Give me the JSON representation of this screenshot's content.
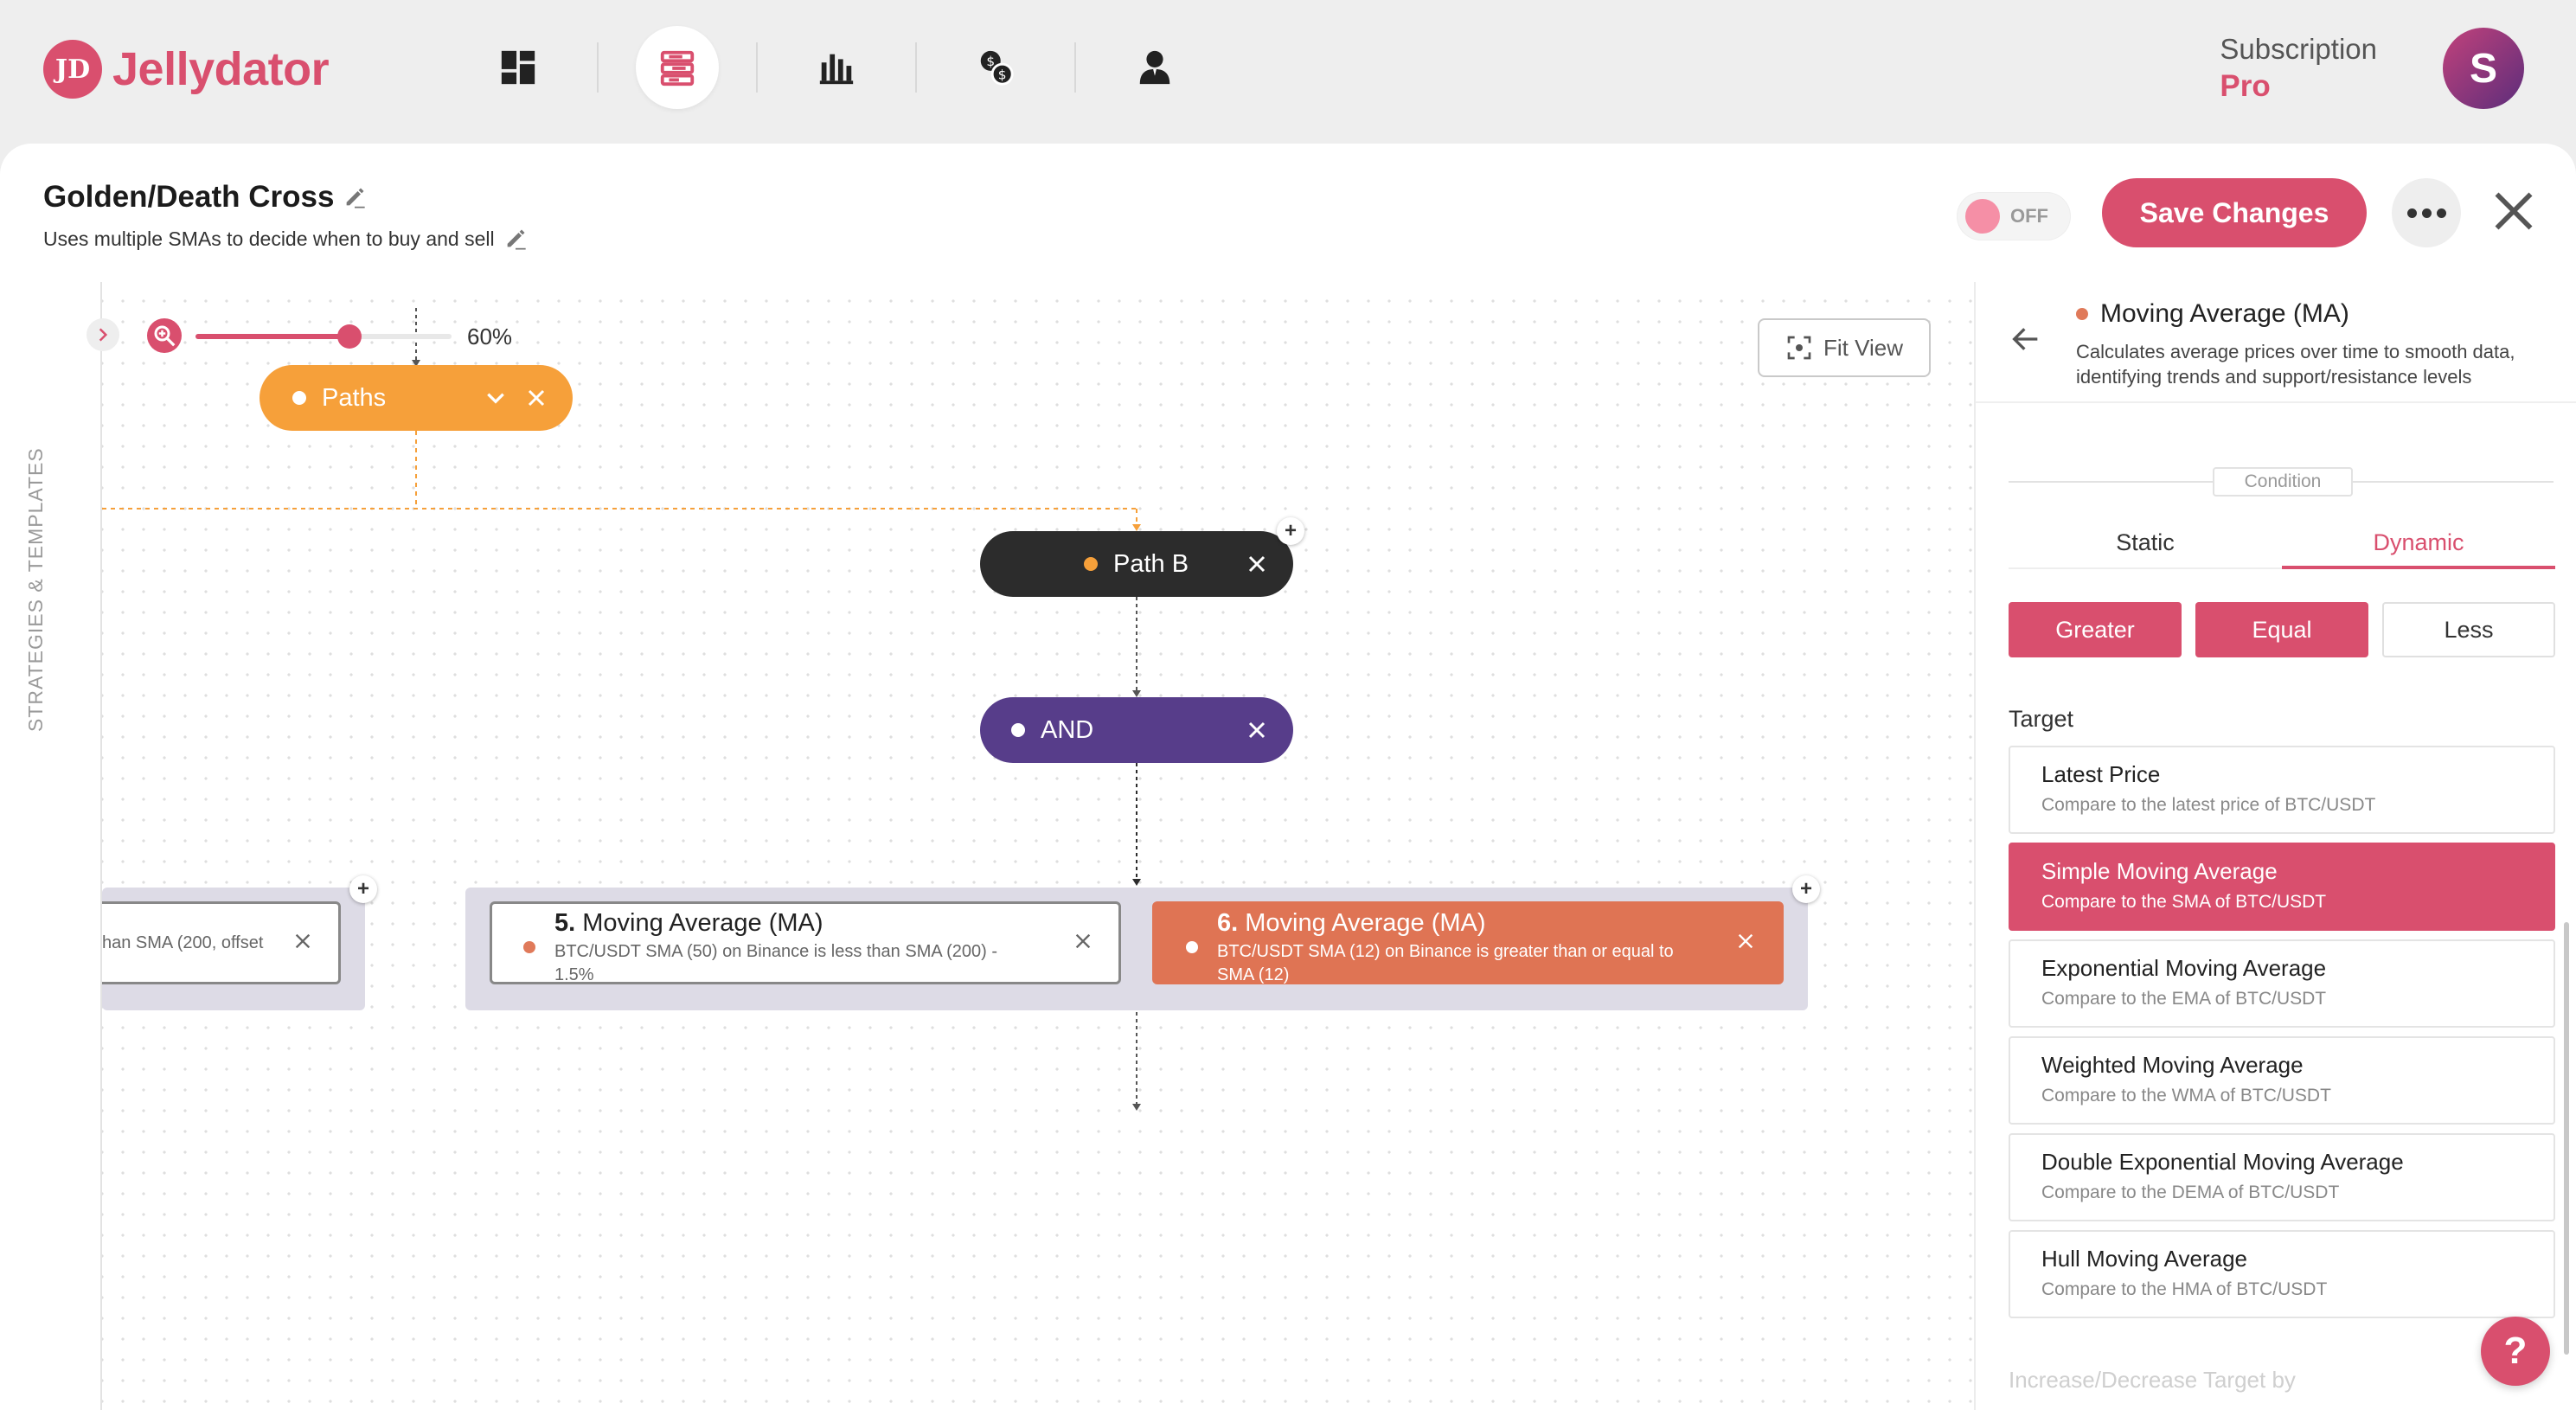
{
  "app": {
    "name": "Jellydator",
    "logo_mark": "JD"
  },
  "nav": {
    "items": [
      {
        "name": "dashboard-icon",
        "active": false
      },
      {
        "name": "strategies-icon",
        "active": true
      },
      {
        "name": "chart-icon",
        "active": false
      },
      {
        "name": "exchange-icon",
        "active": false
      },
      {
        "name": "account-icon",
        "active": false
      }
    ]
  },
  "subscription": {
    "label": "Subscription",
    "plan": "Pro",
    "avatar_initial": "S"
  },
  "strategy": {
    "title": "Golden/Death Cross",
    "description": "Uses multiple SMAs to decide when to buy and sell",
    "toggle_label": "OFF",
    "save_label": "Save Changes"
  },
  "canvas": {
    "side_label": "Strategies & Templates",
    "zoom_value": "60%",
    "zoom_fraction": 0.6,
    "fit_view_label": "Fit View",
    "nodes": {
      "paths": "Paths",
      "path_b": "Path B",
      "and": "AND",
      "partial_card_text": "han SMA (200, offset",
      "ma5": {
        "index": "5.",
        "title": "Moving Average (MA)",
        "desc": "BTC/USDT SMA (50) on Binance is less than SMA (200) - 1.5%"
      },
      "ma6": {
        "index": "6.",
        "title": "Moving Average (MA)",
        "desc": "BTC/USDT SMA (12) on Binance is greater than or equal to SMA (12)"
      }
    }
  },
  "panel": {
    "title": "Moving Average (MA)",
    "description": "Calculates average prices over time to smooth data, identifying trends and support/resistance levels",
    "condition_label": "Condition",
    "tabs": [
      {
        "label": "Static",
        "active": false
      },
      {
        "label": "Dynamic",
        "active": true
      }
    ],
    "comparators": [
      {
        "label": "Greater",
        "selected": true
      },
      {
        "label": "Equal",
        "selected": true
      },
      {
        "label": "Less",
        "selected": false
      }
    ],
    "target_label": "Target",
    "targets": [
      {
        "name": "Latest Price",
        "desc": "Compare to the latest price of BTC/USDT",
        "selected": false
      },
      {
        "name": "Simple Moving Average",
        "desc": "Compare to the SMA of BTC/USDT",
        "selected": true
      },
      {
        "name": "Exponential Moving Average",
        "desc": "Compare to the EMA of BTC/USDT",
        "selected": false
      },
      {
        "name": "Weighted Moving Average",
        "desc": "Compare to the WMA of BTC/USDT",
        "selected": false
      },
      {
        "name": "Double Exponential Moving Average",
        "desc": "Compare to the DEMA of BTC/USDT",
        "selected": false
      },
      {
        "name": "Hull Moving Average",
        "desc": "Compare to the HMA of BTC/USDT",
        "selected": false
      }
    ],
    "next_section_label": "Increase/Decrease Target by"
  },
  "help": {
    "label": "?"
  },
  "colors": {
    "brand": "#d94f6e",
    "paths_node": "#f6a03a",
    "path_node": "#2c2c2c",
    "and_node": "#573d8a",
    "ma_active": "#df7454"
  }
}
